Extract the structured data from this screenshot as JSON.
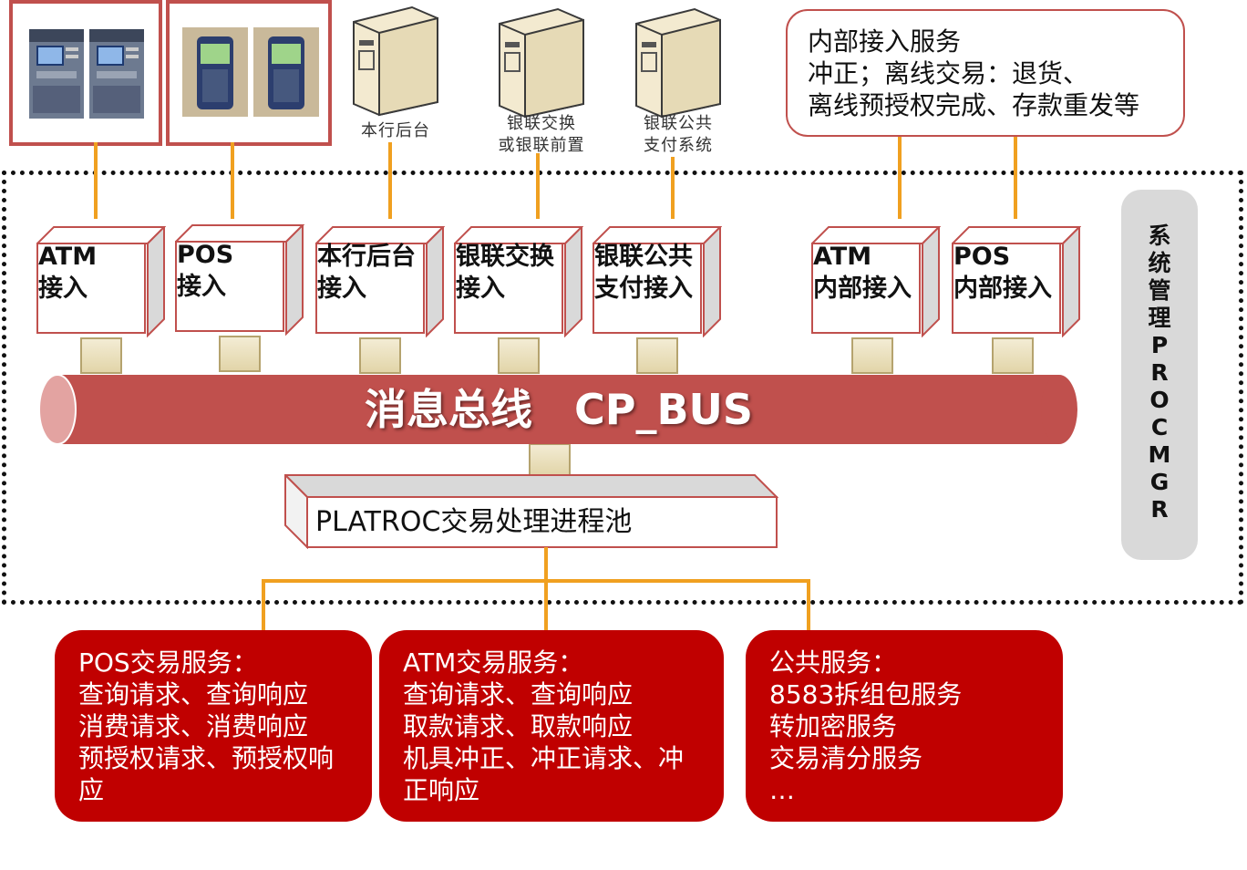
{
  "servers": {
    "core": "本行后台",
    "exchange_line1": "银联交换",
    "exchange_line2": "或银联前置",
    "public_line1": "银联公共",
    "public_line2": "支付系统"
  },
  "internal_service": {
    "line1": "内部接入服务",
    "line2": "冲正；离线交易：退货、",
    "line3": "离线预授权完成、存款重发等"
  },
  "modules": [
    {
      "line1": "ATM",
      "line2": "接入"
    },
    {
      "line1": "POS",
      "line2": "接入"
    },
    {
      "line1": "本行后台",
      "line2": "接入"
    },
    {
      "line1": "银联交换",
      "line2": "接入"
    },
    {
      "line1": "银联公共",
      "line2": "支付接入"
    },
    {
      "line1": "ATM",
      "line2": "内部接入"
    },
    {
      "line1": "POS",
      "line2": "内部接入"
    }
  ],
  "bus": {
    "label": "消息总线　CP_BUS"
  },
  "pool": {
    "label": "PLATROC交易处理进程池"
  },
  "sysmgr": {
    "chars": [
      "系",
      "统",
      "管",
      "理",
      "P",
      "R",
      "O",
      "C",
      "M",
      "G",
      "R"
    ]
  },
  "services": [
    {
      "title": "POS交易服务：",
      "lines": [
        "查询请求、查询响应",
        "消费请求、消费响应",
        "预授权请求、预授权响",
        "应"
      ]
    },
    {
      "title": "ATM交易服务：",
      "lines": [
        "查询请求、查询响应",
        "取款请求、取款响应",
        "机具冲正、冲正请求、冲",
        "正响应"
      ]
    },
    {
      "title": "公共服务：",
      "lines": [
        "8583拆组包服务",
        "转加密服务",
        "交易清分服务",
        "…"
      ]
    }
  ],
  "colors": {
    "accent_red": "#c00000",
    "border_red": "#c0504d",
    "line_orange": "#f0a020",
    "bus_red": "#c0504d"
  }
}
